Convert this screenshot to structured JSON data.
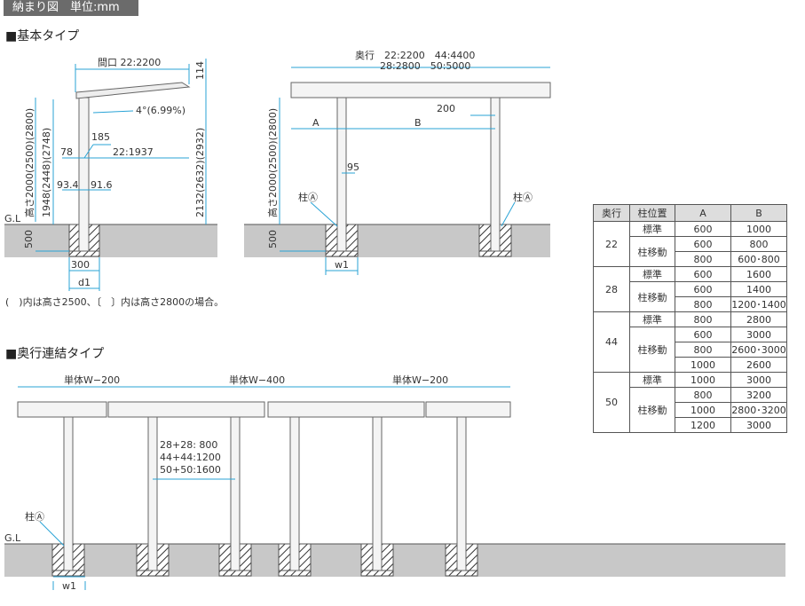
{
  "header": {
    "title": "納まり図　単位:mm"
  },
  "basic": {
    "title": "■基本タイプ",
    "width_label": "間口 22:2200",
    "h114": "114",
    "slope": "4°(6.99%)",
    "d185": "185",
    "d78": "78",
    "d1937": "22:1937",
    "d934": "93.4",
    "d916": "91.6",
    "height_left": "高さ2000(2500)(2800)",
    "h1948": "1948(2448)(2748)",
    "h2132": "2132(2632)(2932)",
    "gl": "G.L",
    "d500": "500",
    "d300": "300",
    "d1": "d1",
    "depth_label1": "奥行　22:2200　44:4400",
    "depth_label2": "28:2800　50:5000",
    "d200": "200",
    "A": "A",
    "B": "B",
    "d95": "95",
    "pillar": "柱Ⓐ",
    "w1": "w1"
  },
  "note": "(　)内は高さ2500、〔　〕内は高さ2800の場合。",
  "linked": {
    "title": "■奥行連結タイプ",
    "seg1": "単体W−200",
    "seg2": "単体W−400",
    "seg3": "単体W−200",
    "gap1": "28+28:  800",
    "gap2": "44+44:1200",
    "gap3": "50+50:1600",
    "pillar": "柱Ⓐ",
    "gl": "G.L",
    "w1": "w1"
  },
  "table": {
    "headers": [
      "奥行",
      "柱位置",
      "A",
      "B"
    ],
    "groups": [
      {
        "depth": "22",
        "rows": [
          [
            "標準",
            "600",
            "1000"
          ],
          [
            "柱移動",
            "600",
            "800"
          ],
          [
            "",
            "800",
            "600･800"
          ]
        ]
      },
      {
        "depth": "28",
        "rows": [
          [
            "標準",
            "600",
            "1600"
          ],
          [
            "柱移動",
            "600",
            "1400"
          ],
          [
            "",
            "800",
            "1200･1400"
          ]
        ]
      },
      {
        "depth": "44",
        "rows": [
          [
            "標準",
            "800",
            "2800"
          ],
          [
            "柱移動",
            "600",
            "3000"
          ],
          [
            "",
            "800",
            "2600･3000"
          ],
          [
            "",
            "1000",
            "2600"
          ]
        ]
      },
      {
        "depth": "50",
        "rows": [
          [
            "標準",
            "1000",
            "3000"
          ],
          [
            "柱移動",
            "800",
            "3200"
          ],
          [
            "",
            "1000",
            "2800･3200"
          ],
          [
            "",
            "1200",
            "3000"
          ]
        ]
      }
    ]
  }
}
